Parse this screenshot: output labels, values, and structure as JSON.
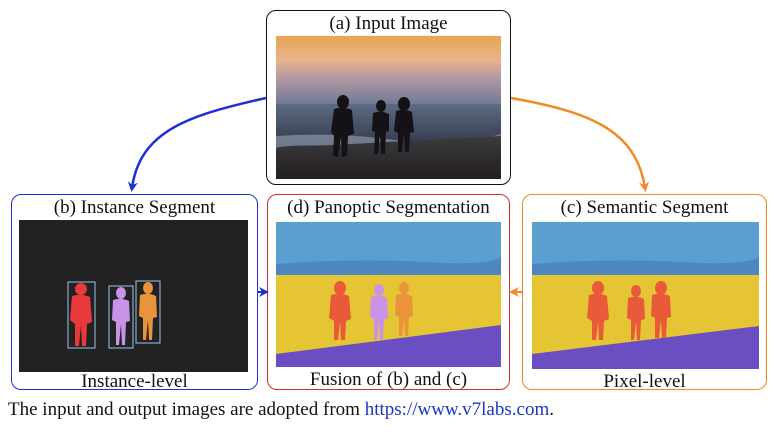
{
  "panels": {
    "input": {
      "title": "(a) Input Image"
    },
    "instance": {
      "title": "(b) Instance Segment",
      "caption": "Instance-level"
    },
    "panoptic": {
      "title": "(d) Panoptic Segmentation",
      "caption": "Fusion of (b) and (c)"
    },
    "semantic": {
      "title": "(c) Semantic Segment",
      "caption": "Pixel-level"
    }
  },
  "footnote": {
    "text": "The input and output images are adopted from ",
    "link": "https://www.v7labs.com",
    "end": "."
  },
  "colors": {
    "instance_border": "#1f2fd6",
    "panoptic_border": "#d62b2b",
    "semantic_border": "#f08a24",
    "input_border": "#111111",
    "arrow_blue": "#1f2fd6",
    "arrow_orange": "#f08a24",
    "sky": "#5b9fd0",
    "sand": "#e6c535",
    "sea_band": "#4e87bf",
    "shore": "#6a4fc2",
    "person_red": "#e83a3a",
    "person_violet": "#c893e6",
    "person_orange": "#e9943a",
    "instance_bg": "#222222"
  },
  "icons": [
    "curved-arrow-icon",
    "straight-arrow-icon"
  ]
}
